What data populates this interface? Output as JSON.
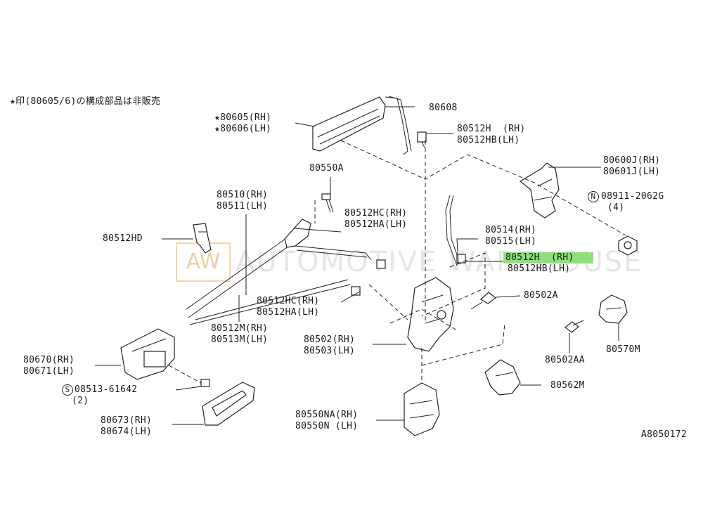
{
  "note": "★印(80605/6)の構成部品は非販売",
  "watermark": {
    "logo": "AW",
    "text": "AUTOMOTIVE WAREHOUSE"
  },
  "figure_code": "A8050172",
  "labels": {
    "p80608": "80608",
    "p80605": "★80605(RH)",
    "p80606": "★80606(LH)",
    "p80512h_top_a": "80512H  (RH)",
    "p80512h_top_b": "80512HB(LH)",
    "p80550a": "80550A",
    "p80600j": "80600J(RH)",
    "p80601j": "80601J(LH)",
    "p08911": "08911-2062G",
    "p08911_qty": "(4)",
    "p80510": "80510(RH)",
    "p80511": "80511(LH)",
    "p80512hc_top_a": "80512HC(RH)",
    "p80512hc_top_b": "80512HA(LH)",
    "p80512hd": "80512HD",
    "p80514": "80514(RH)",
    "p80515": "80515(LH)",
    "p80512h_mid_a": "80512H  (RH)",
    "p80512h_mid_b": "80512HB(LH)",
    "p80502a": "80502A",
    "p80512hc_mid_a": "80512HC(RH)",
    "p80512hc_mid_b": "80512HA(LH)",
    "p80512m": "80512M(RH)",
    "p80513m": "80513M(LH)",
    "p80502": "80502(RH)",
    "p80503": "80503(LH)",
    "p80570m": "80570M",
    "p80502aa": "80502AA",
    "p80670": "80670(RH)",
    "p80671": "80671(LH)",
    "p08513": "08513-61642",
    "p08513_qty": "(2)",
    "p80562m": "80562M",
    "p80550na": "80550NA(RH)",
    "p80550n": "80550N (LH)",
    "p80673": "80673(RH)",
    "p80674": "80674(LH)"
  }
}
